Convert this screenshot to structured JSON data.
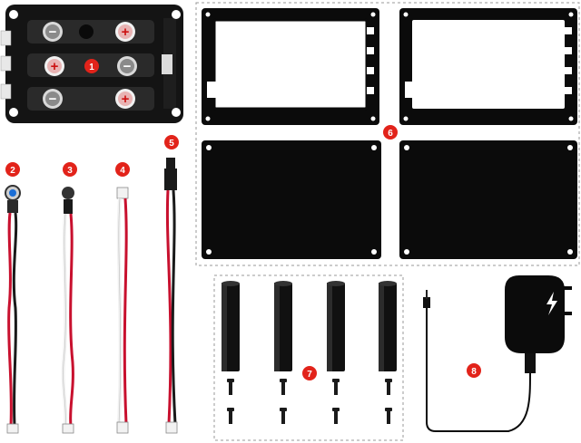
{
  "badges": [
    "1",
    "2",
    "3",
    "4",
    "5",
    "6",
    "7",
    "8"
  ],
  "battery_board": {
    "slot_marks": [
      "−",
      "+",
      "+",
      "−",
      "−",
      "+"
    ]
  },
  "colors": {
    "badge": "#e2231a",
    "acrylic": "#0b0b0b",
    "pcb": "#111111",
    "wire_red": "#c8102e",
    "wire_black": "#1a1a1a",
    "wire_white": "#f2f2f2",
    "dashed": "#9a9a9a"
  },
  "icons": {
    "adapter": "lightning-bolt-icon"
  }
}
